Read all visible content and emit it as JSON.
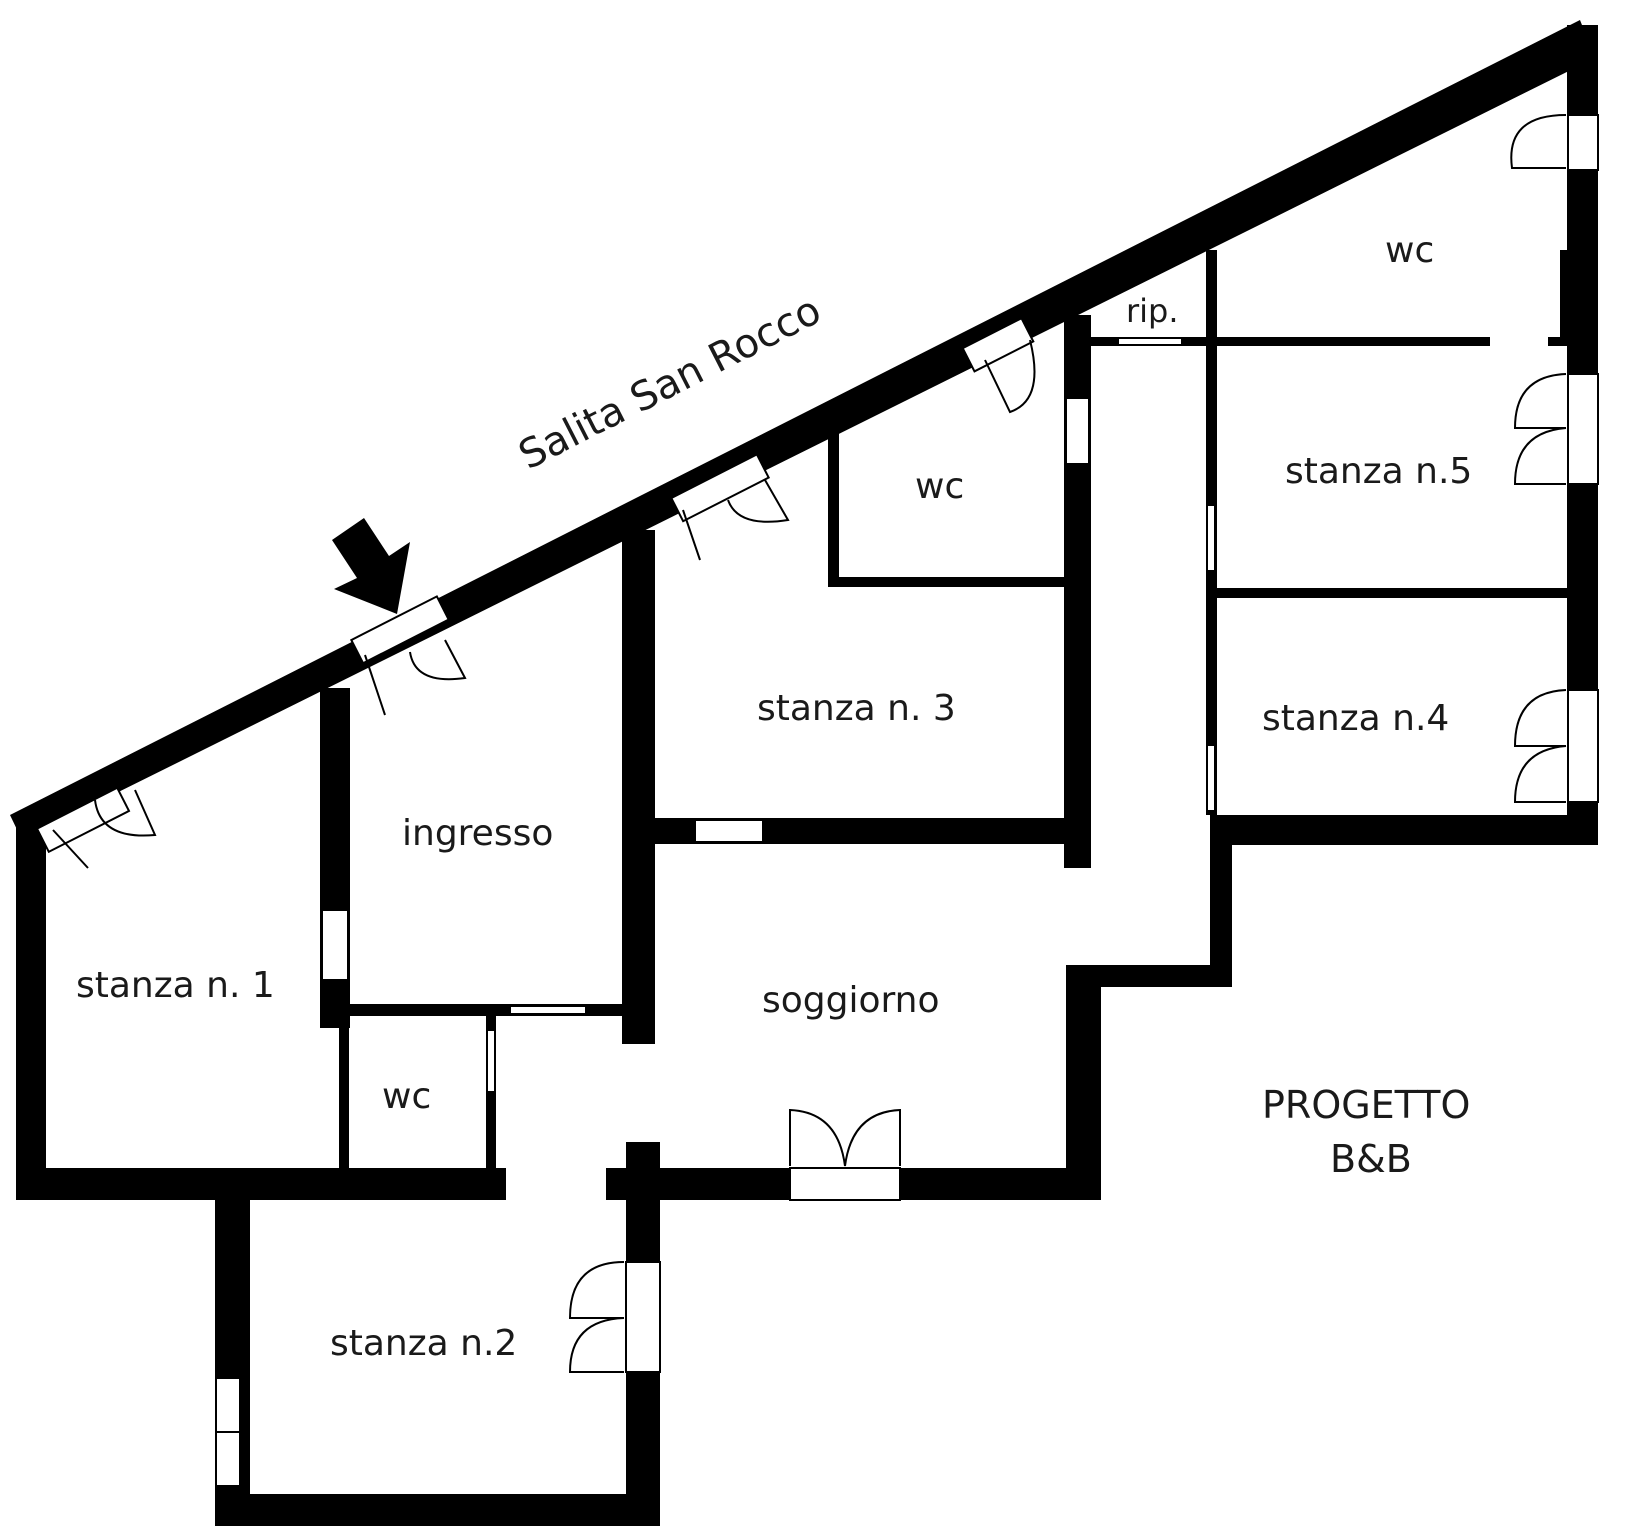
{
  "street": "Salita San Rocco",
  "rooms": {
    "stanza1": "stanza n. 1",
    "ingresso": "ingresso",
    "wc_small": "wc",
    "stanza2": "stanza n.2",
    "soggiorno": "soggiorno",
    "stanza3": "stanza n. 3",
    "wc_middle": "wc",
    "rip": "rip.",
    "wc_top": "wc",
    "stanza5": "stanza n.5",
    "stanza4": "stanza n.4"
  },
  "project": {
    "line1": "PROGETTO",
    "line2": "B&B"
  },
  "colors": {
    "wall": "#000000",
    "background": "#ffffff",
    "text": "#1a1a1a"
  },
  "icons": {
    "entrance": "arrow-down-right-icon"
  }
}
